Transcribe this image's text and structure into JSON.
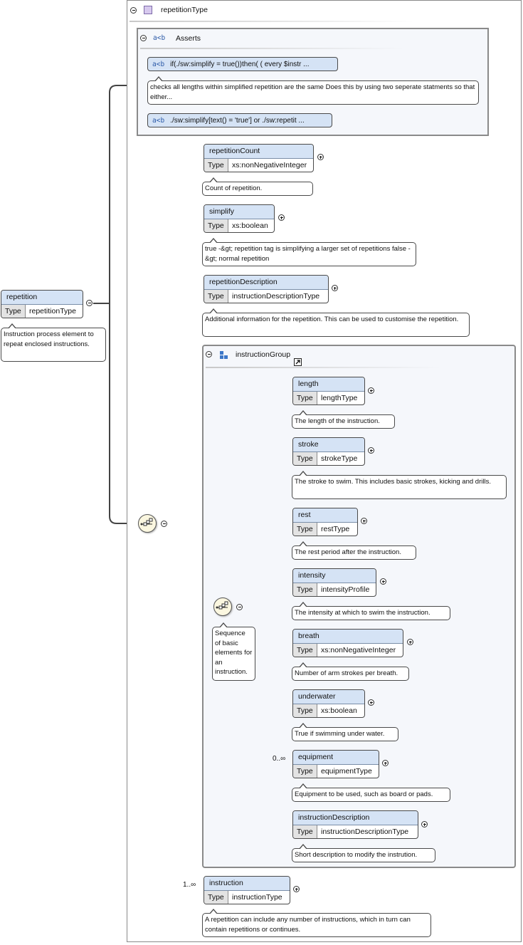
{
  "root": {
    "name": "repetition",
    "type_label": "Type",
    "type_value": "repetitionType",
    "doc": "Instruction process element to repeat enclosed instructions."
  },
  "complex_type": {
    "title": "repetitionType"
  },
  "asserts": {
    "title": "Asserts",
    "icon_text": "a<b",
    "items": [
      {
        "expr": "if(./sw:simplify = true())then( ( every $instr ...",
        "doc": "checks all lengths within simplified repetition are the same Does this by using two seperate statments so that either..."
      },
      {
        "expr": "./sw:simplify[text() = 'true'] or ./sw:repetit ..."
      }
    ]
  },
  "elements": [
    {
      "name": "repetitionCount",
      "type_label": "Type",
      "type_value": "xs:nonNegativeInteger",
      "doc": "Count of repetition."
    },
    {
      "name": "simplify",
      "type_label": "Type",
      "type_value": "xs:boolean",
      "doc": "true -&gt; repetition tag is simplifying a larger set of repetitions false -&gt; normal repetition"
    },
    {
      "name": "repetitionDescription",
      "type_label": "Type",
      "type_value": "instructionDescriptionType",
      "doc": "Additional information for the repetition. This can be used to customise the repetition."
    }
  ],
  "group": {
    "title": "instructionGroup",
    "seq_doc": "Sequence of basic elements for an instruction.",
    "elements": [
      {
        "name": "length",
        "type_label": "Type",
        "type_value": "lengthType",
        "doc": "The length of the instruction."
      },
      {
        "name": "stroke",
        "type_label": "Type",
        "type_value": "strokeType",
        "doc": "The stroke to swim. This includes basic strokes, kicking and drills."
      },
      {
        "name": "rest",
        "type_label": "Type",
        "type_value": "restType",
        "doc": "The rest period after the instruction."
      },
      {
        "name": "intensity",
        "type_label": "Type",
        "type_value": "intensityProfile",
        "doc": "The intensity at which to swim the instruction."
      },
      {
        "name": "breath",
        "type_label": "Type",
        "type_value": "xs:nonNegativeInteger",
        "doc": "Number of arm strokes per breath."
      },
      {
        "name": "underwater",
        "type_label": "Type",
        "type_value": "xs:boolean",
        "doc": "True if swimming under water."
      },
      {
        "name": "equipment",
        "type_label": "Type",
        "type_value": "equipmentType",
        "doc": "Equipment to be used, such as board or pads.",
        "occurs": "0..∞"
      },
      {
        "name": "instructionDescription",
        "type_label": "Type",
        "type_value": "instructionDescriptionType",
        "doc": "Short description to modify the instrution."
      }
    ]
  },
  "instruction": {
    "name": "instruction",
    "type_label": "Type",
    "type_value": "instructionType",
    "doc": "A repetition can include any number of instructions, which in turn can contain repetitions or continues.",
    "occurs": "1..∞"
  },
  "colors": {
    "node_header": "#d5e3f5",
    "type_cell": "#e3e3e3",
    "group_bg": "#f5f7fb",
    "sequence_bg": "#fbf7e0"
  }
}
